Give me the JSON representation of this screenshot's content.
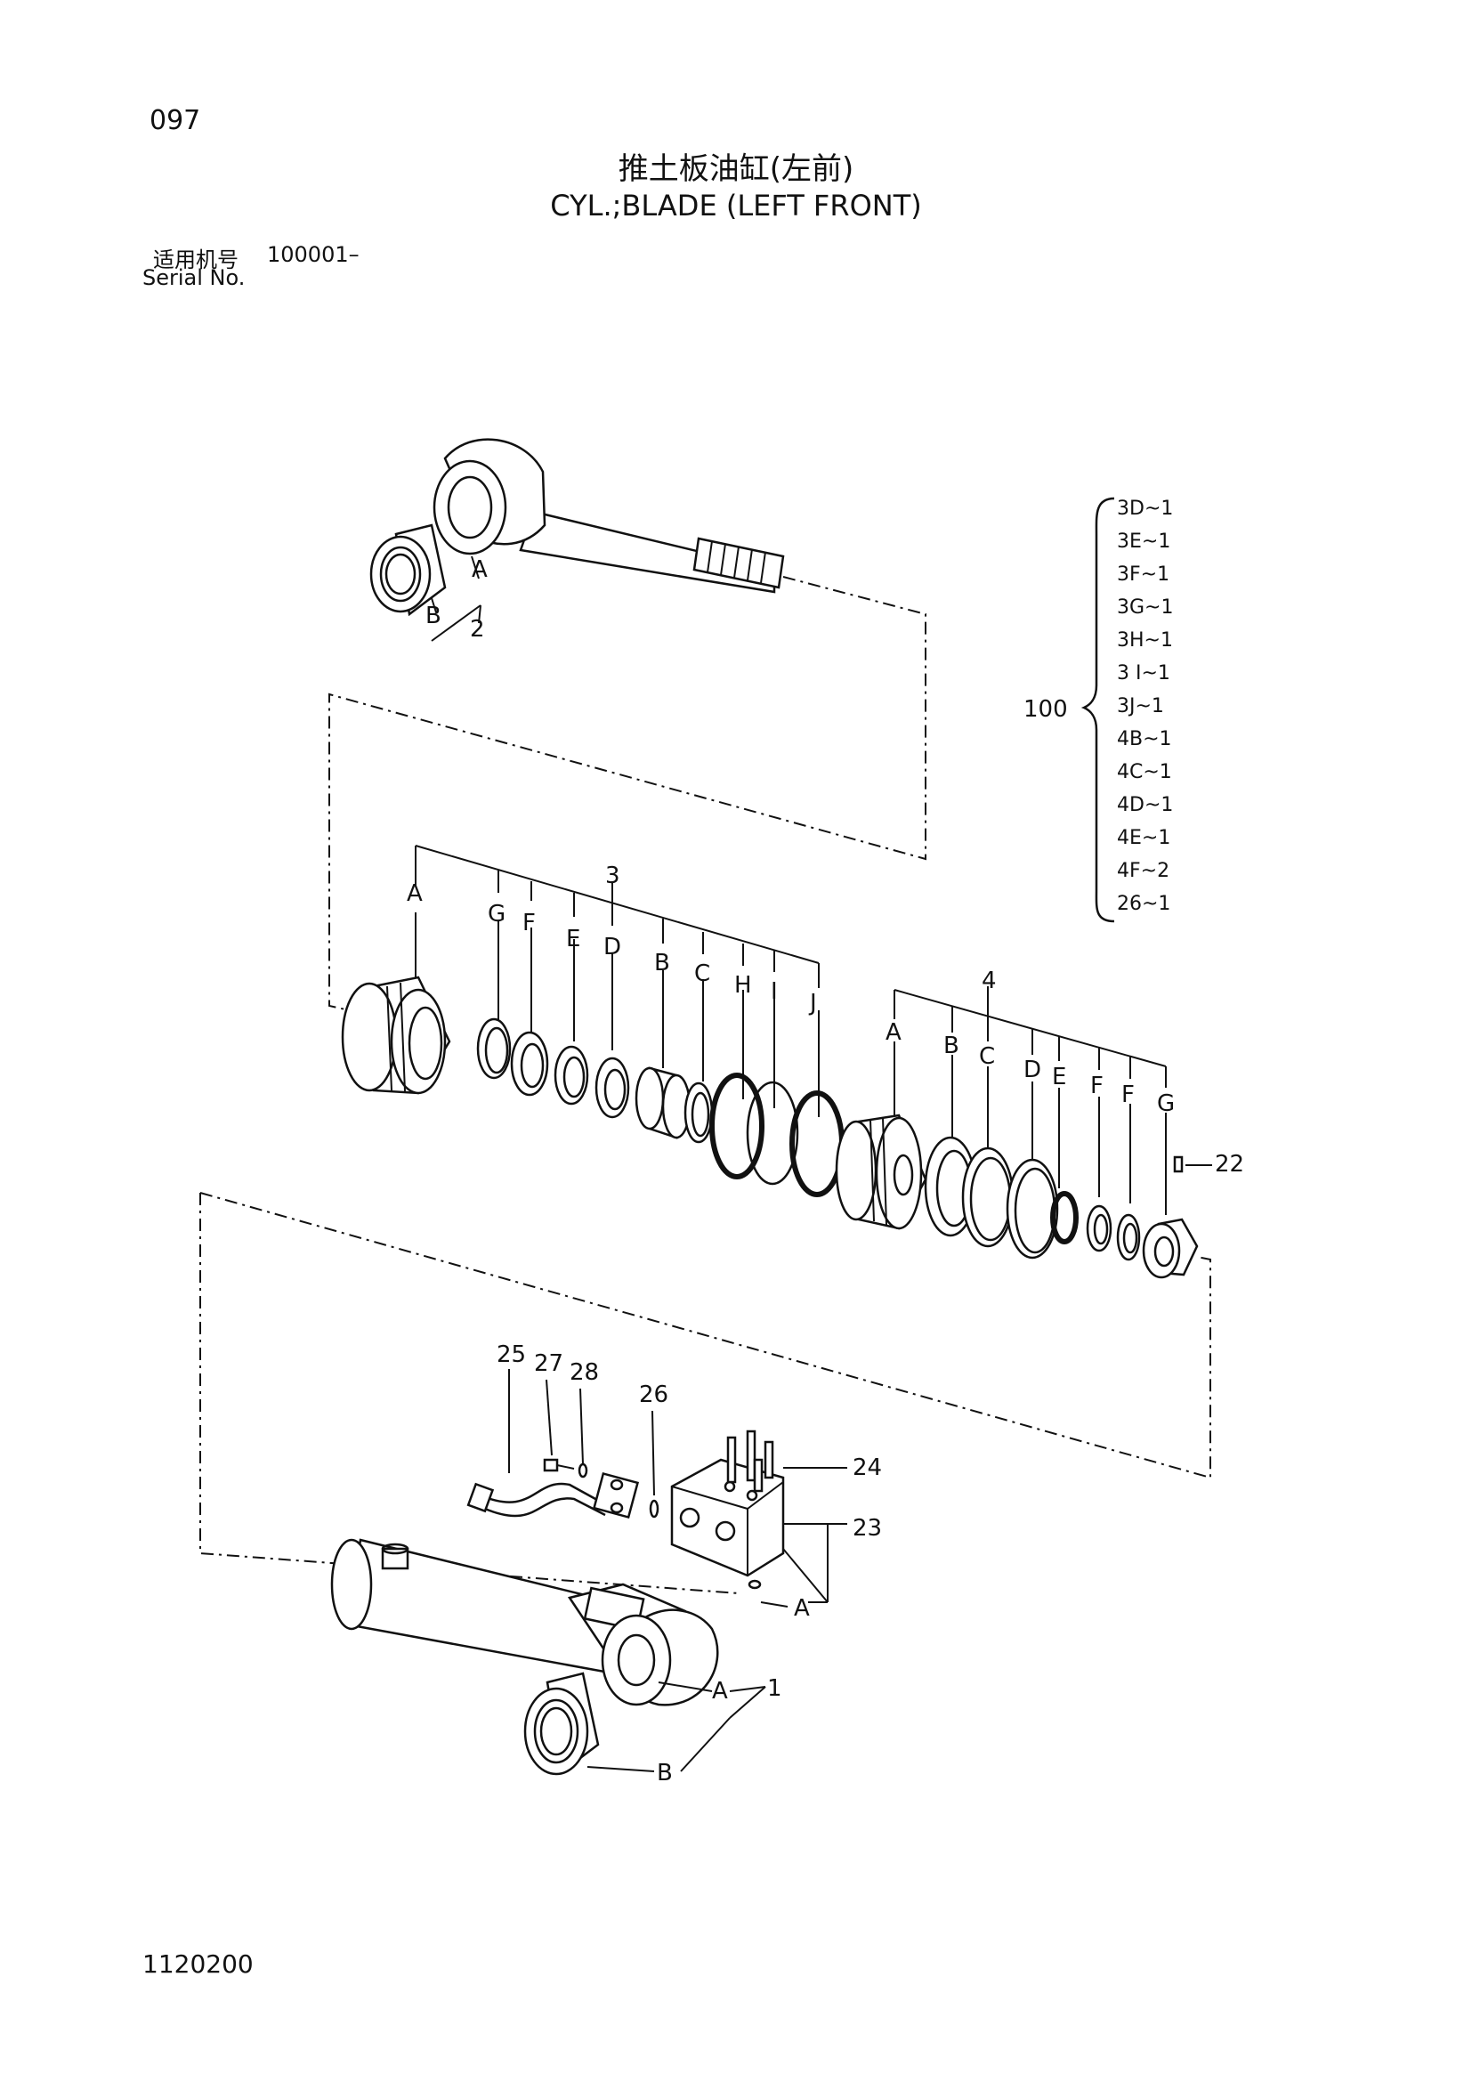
{
  "header": {
    "page_number": "097",
    "title_cn": "推土板油缸(左前)",
    "title_en": "CYL.;BLADE (LEFT FRONT)",
    "serial_label_cn": "适用机号",
    "serial_value": "100001–",
    "serial_label_en": "Serial No."
  },
  "footer": {
    "code": "1120200"
  },
  "callouts": {
    "rod_A": "A",
    "rod_B": "B",
    "rod_2": "2",
    "head_3": "3",
    "head_A": "A",
    "head_G": "G",
    "head_F": "F",
    "head_E": "E",
    "head_D": "D",
    "head_B": "B",
    "head_C": "C",
    "head_H": "H",
    "head_I": "I",
    "head_J": "J",
    "piston_4": "4",
    "piston_A": "A",
    "piston_B": "B",
    "piston_C": "C",
    "piston_D": "D",
    "piston_E": "E",
    "piston_F1": "F",
    "piston_F2": "F",
    "piston_G": "G",
    "p22": "22",
    "p25": "25",
    "p27": "27",
    "p28": "28",
    "p26": "26",
    "p24": "24",
    "p23": "23",
    "valve_A": "A",
    "tube_A": "A",
    "tube_1": "1",
    "tube_B": "B"
  },
  "kit": {
    "number": "100",
    "items": [
      "3D~1",
      "3E~1",
      "3F~1",
      "3G~1",
      "3H~1",
      "3 I~1",
      "3J~1",
      "4B~1",
      "4C~1",
      "4D~1",
      "4E~1",
      "4F~2",
      "26~1"
    ]
  }
}
